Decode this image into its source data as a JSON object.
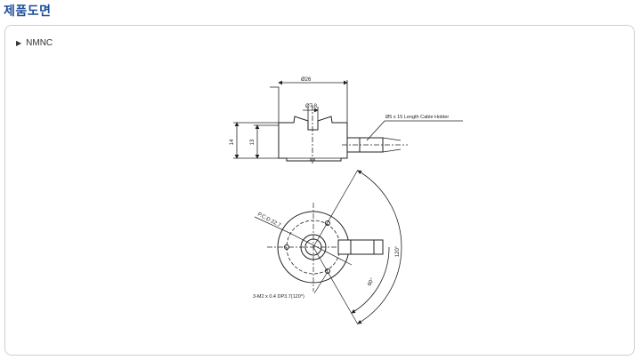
{
  "page": {
    "title": "제품도면"
  },
  "panel": {
    "model": "NMNC"
  },
  "drawing": {
    "dim_outer_dia": "Ø26",
    "dim_inner_dia": "Ø7.8",
    "dim_total_height": "14",
    "dim_body_height": "13",
    "cable_holder_note": "Ø5 x 15 Length Cable Holder",
    "pcd_label": "P.C.D 22.7",
    "angle_large": "120°",
    "angle_small": "60°",
    "screw_note": "3-M2 x 0.4 DP3.7(120°)"
  }
}
